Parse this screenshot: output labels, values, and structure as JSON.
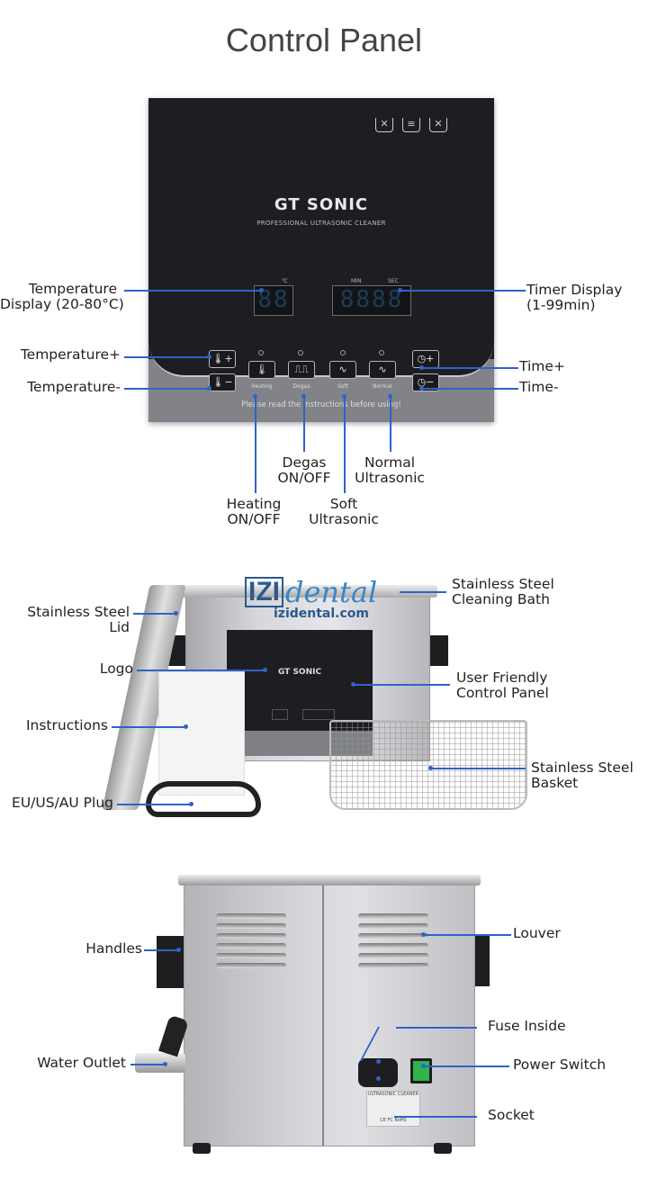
{
  "title": "Control Panel",
  "panel": {
    "brand": "GT SONIC",
    "subtitle": "PROFESSIONAL ULTRASONIC CLEANER",
    "wash_icons": [
      "no-wash-icon",
      "water-level-icon",
      "no-heat-wash-icon"
    ],
    "water_level_mark": "≈2/3",
    "temp_unit_label": "℃",
    "timer_min_label": "MIN",
    "timer_sec_label": "SEC",
    "temp_display": "88",
    "timer_display": "8888",
    "buttons": {
      "temp_plus": "thermometer-plus-icon",
      "temp_minus": "thermometer-minus-icon",
      "time_plus": "clock-plus-icon",
      "time_minus": "clock-minus-icon",
      "heating": "Heating",
      "degas": "Degas",
      "soft": "Soft",
      "normal": "Normal"
    },
    "warning": "Please read the instructions before using!"
  },
  "callouts_panel": {
    "temp_display": [
      "Temperature",
      "Display (20-80°C)"
    ],
    "timer_display": [
      "Timer Display",
      "(1-99min)"
    ],
    "temp_plus": "Temperature+",
    "temp_minus": "Temperature-",
    "time_plus": "Time+",
    "time_minus": "Time-",
    "heating": [
      "Heating",
      "ON/OFF"
    ],
    "degas": [
      "Degas",
      "ON/OFF"
    ],
    "soft": [
      "Soft",
      "Ultrasonic"
    ],
    "normal": [
      "Normal",
      "Ultrasonic"
    ]
  },
  "callouts_front": {
    "lid": [
      "Stainless Steel",
      "Lid"
    ],
    "logo": "Logo",
    "instructions": "Instructions",
    "plug": "EU/US/AU Plug",
    "bath": [
      "Stainless Steel",
      "Cleaning Bath"
    ],
    "control_panel": [
      "User Friendly",
      "Control Panel"
    ],
    "basket": [
      "Stainless Steel",
      "Basket"
    ]
  },
  "watermark": {
    "logo_left": "IZI",
    "logo_right": "dental",
    "url": "izidental.com"
  },
  "callouts_back": {
    "handles": "Handles",
    "water_outlet": "Water Outlet",
    "louver": "Louver",
    "fuse": "Fuse Inside",
    "power_switch": "Power Switch",
    "socket": "Socket"
  },
  "back_plate": {
    "title": "ULTRASONIC CLEANER",
    "marks": "CE FC RoHS"
  }
}
